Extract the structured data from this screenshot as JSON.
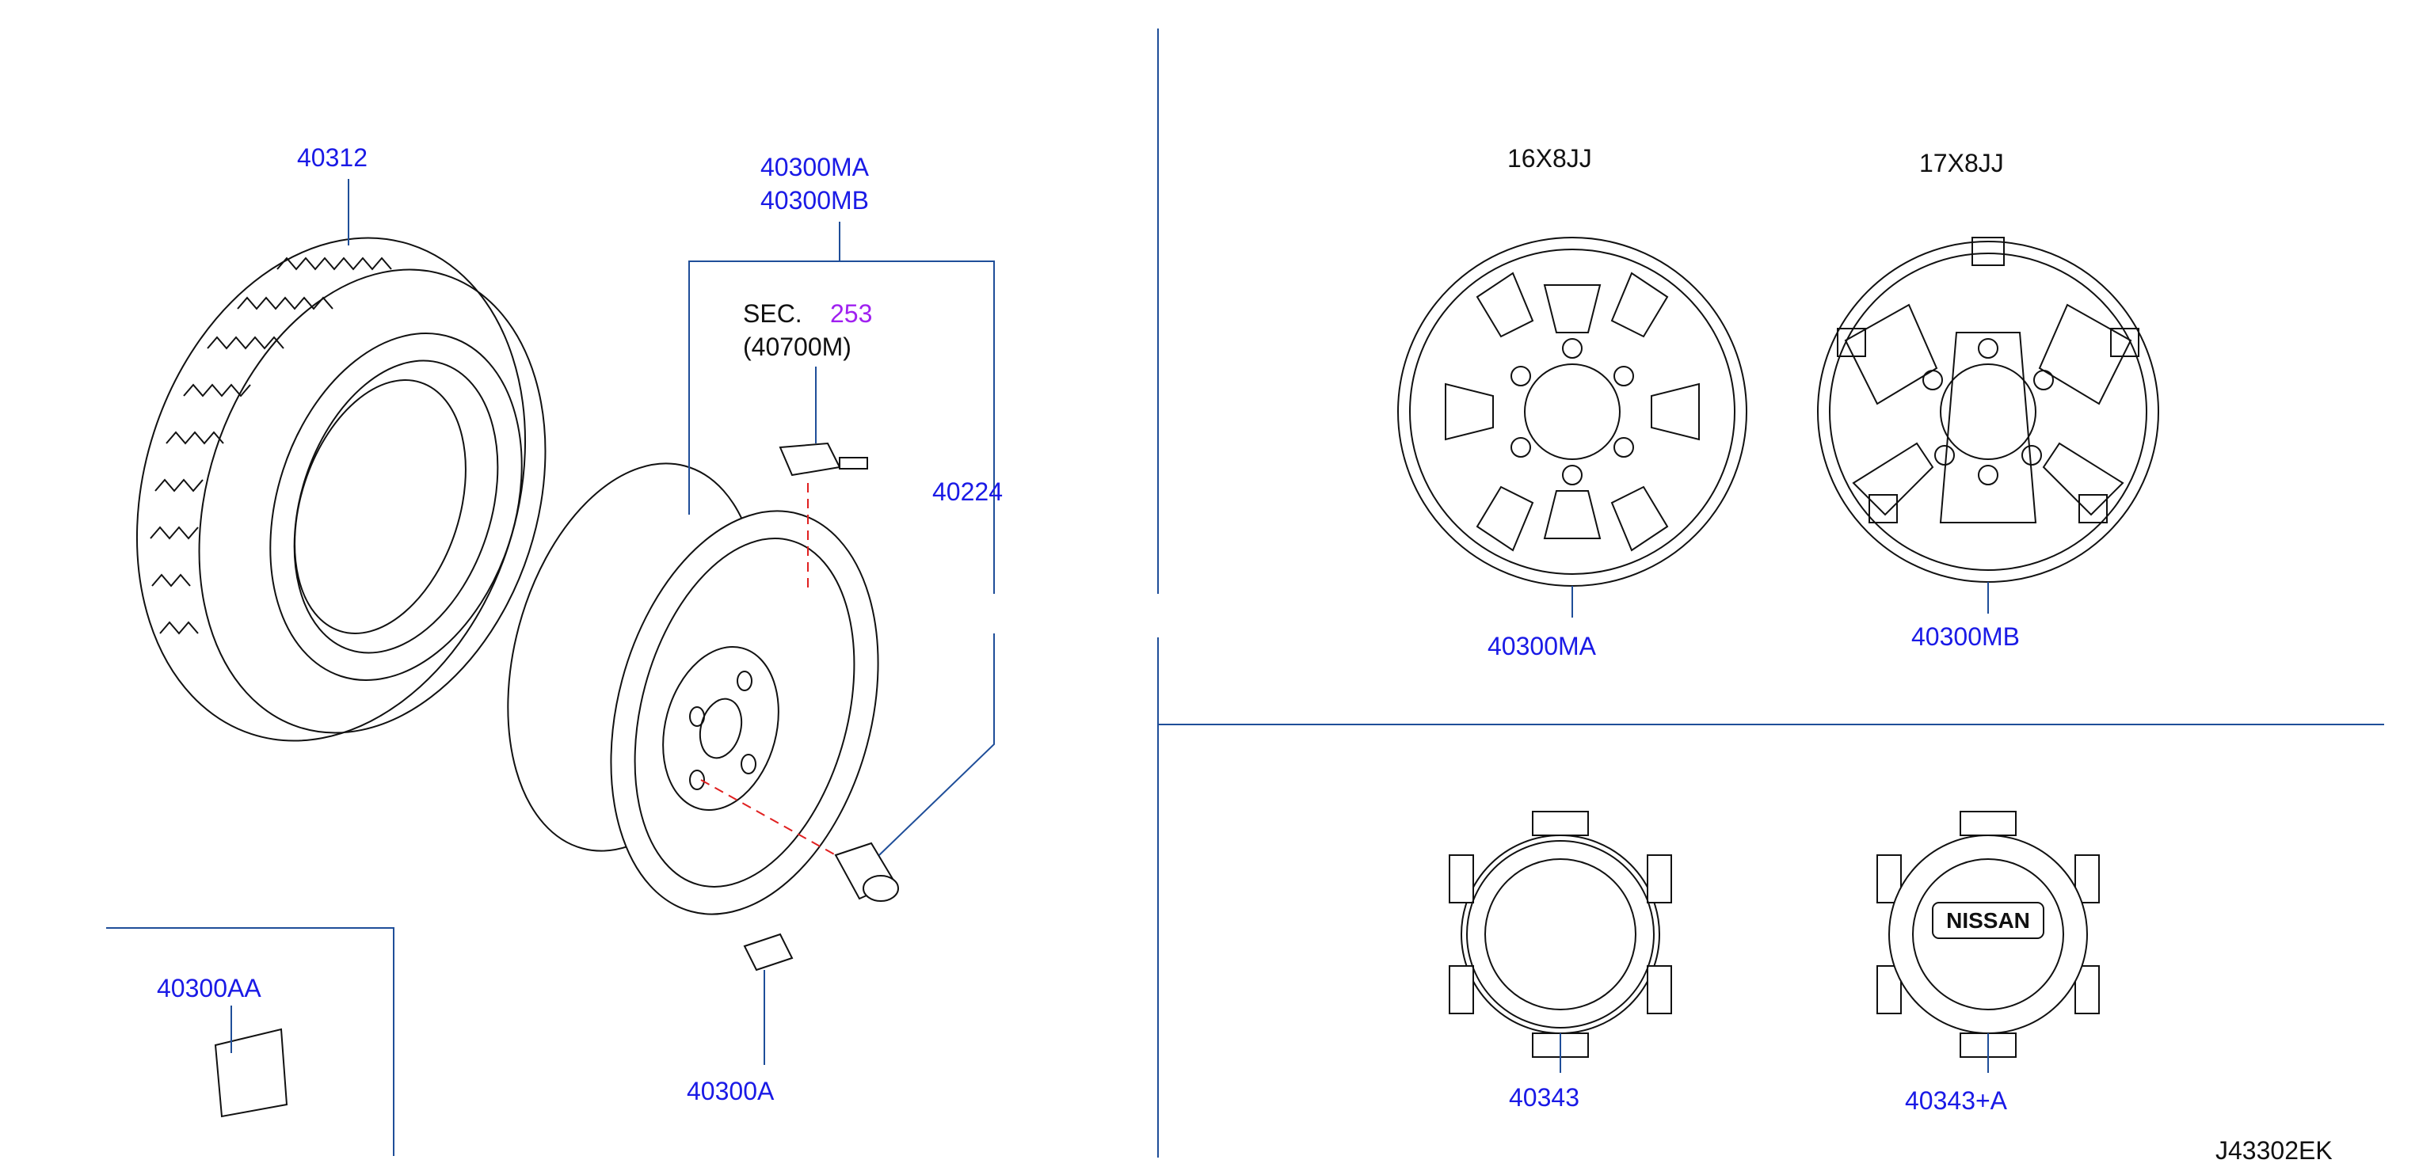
{
  "labels": {
    "tire": "40312",
    "wheel_ma": "40300MA",
    "wheel_mb": "40300MB",
    "sec_prefix": "SEC.",
    "sec_number": "253",
    "sec_ref": "(40700M)",
    "valve": "40224",
    "balance_weight_aa": "40300AA",
    "balance_weight_a": "40300A",
    "size_16": "16X8JJ",
    "size_17": "17X8JJ",
    "wheel_16_partno": "40300MA",
    "wheel_17_partno": "40300MB",
    "cap_plain": "40343",
    "cap_logo": "40343+A",
    "logo_text": "NISSAN",
    "diagram_id": "J43302EK"
  },
  "colors": {
    "label_blue": "#1a1ae6",
    "leader_blue": "#1f4e99",
    "sec_purple": "#a020f0",
    "dashed_red": "#e02020"
  }
}
